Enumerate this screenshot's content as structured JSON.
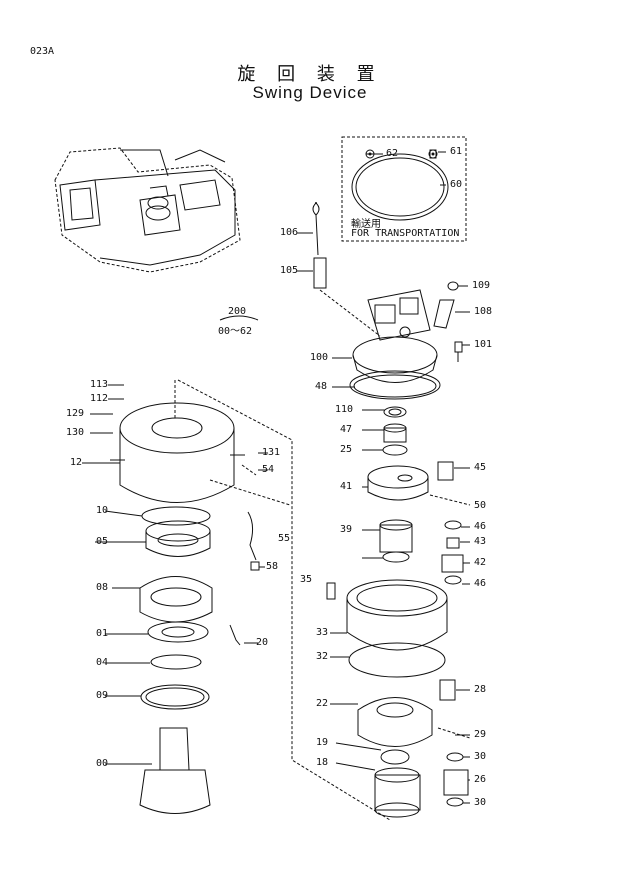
{
  "page": {
    "code": "023A",
    "title_jp": "旋 回 装 置",
    "title_en": "Swing Device"
  },
  "assembly_ref": {
    "top": "200",
    "bottom": "00～62"
  },
  "transport_box": {
    "jp": "輸送用",
    "en": "FOR TRANSPORTATION"
  },
  "labels": [
    "62",
    "61",
    "60",
    "106",
    "105",
    "109",
    "108",
    "101",
    "100",
    "48",
    "110",
    "47",
    "25",
    "45",
    "41",
    "50",
    "46",
    "43",
    "42",
    "39",
    "46",
    "35",
    "33",
    "32",
    "28",
    "22",
    "29",
    "30",
    "19",
    "26",
    "18",
    "30",
    "113",
    "112",
    "129",
    "130",
    "12",
    "131",
    "54",
    "10",
    "55",
    "05",
    "58",
    "08",
    "20",
    "01",
    "04",
    "09",
    "00"
  ],
  "colors": {
    "ink": "#111111",
    "paper": "#ffffff"
  }
}
